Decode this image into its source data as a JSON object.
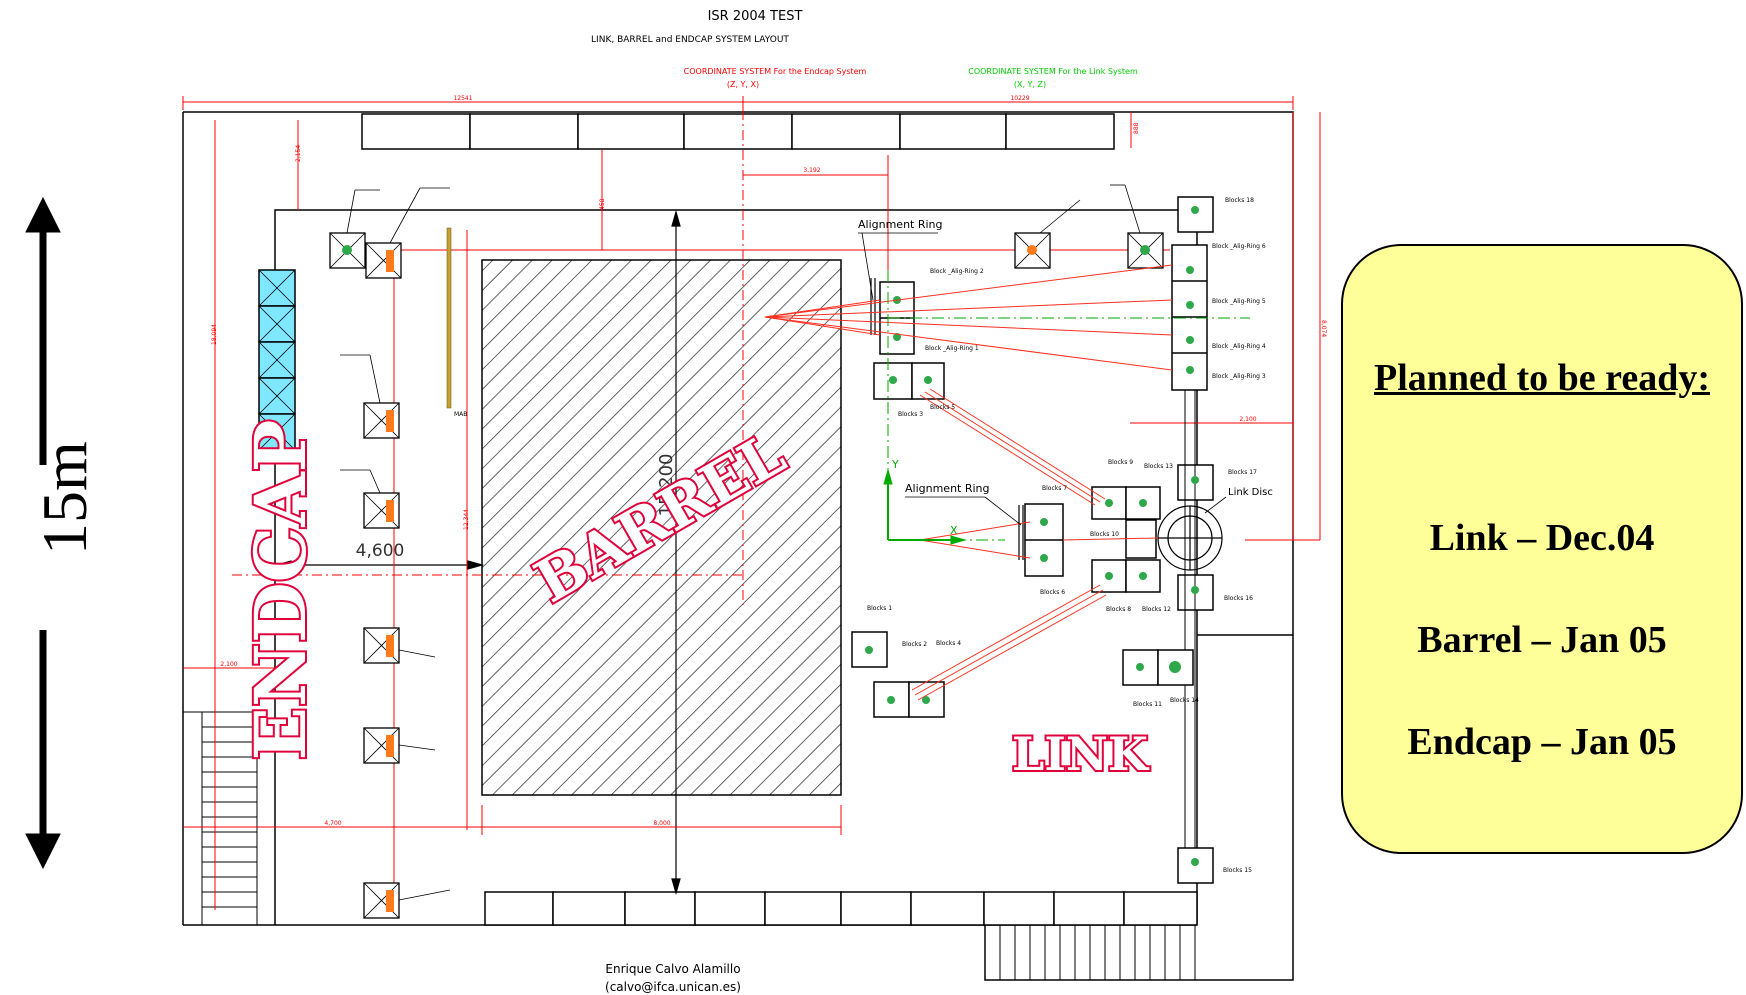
{
  "header": {
    "title": "ISR 2004 TEST",
    "subtitle": "LINK, BARREL and ENDCAP SYSTEM LAYOUT"
  },
  "coordinate_systems": {
    "endcap": {
      "label": "COORDINATE SYSTEM For the Endcap System",
      "axes": "(Z, Y, X)",
      "color": "#ff0000"
    },
    "link": {
      "label": "COORDINATE SYSTEM For the Link System",
      "axes": "(X, Y, Z)",
      "color": "#00cc00"
    }
  },
  "dimensions": {
    "top_left": "12541",
    "top_right": "10229",
    "d_3192": "3,192",
    "d_4600": "4,600",
    "d_15200": "15,200",
    "d_2100": "2,100",
    "d_2100_left": "2,100",
    "d_4700": "4,700",
    "d_8000": "8,000",
    "d_left_vertical": "18,094",
    "d_right_vertical": "8,074",
    "d_2154": "2,154",
    "d_458": "458",
    "d_888": "888",
    "d_12344": "12,344"
  },
  "section_labels": {
    "endcap": "ENDCAP",
    "barrel": "BARREL",
    "link": "LINK",
    "color": "#e0003a"
  },
  "annotations": {
    "alignment_ring_top": "Alignment Ring",
    "alignment_ring_mid": "Alignment Ring",
    "link_disc": "Link Disc",
    "mab": "MAB",
    "axis_x": "X",
    "axis_y": "Y"
  },
  "blocks": {
    "b18": "Blocks 18",
    "ring6": "Block _Alig-Ring 6",
    "ring5": "Block _Alig-Ring 5",
    "ring4": "Block _Alig-Ring 4",
    "ring3": "Block _Alig-Ring 3",
    "ring2": "Block _Alig-Ring 2",
    "ring1": "Block _Alig-Ring 1",
    "b3": "Blocks 3",
    "b5": "Blocks 5",
    "b9": "Blocks 9",
    "b13": "Blocks 13",
    "b17": "Blocks 17",
    "b7": "Blocks 7",
    "b10": "Blocks 10",
    "b6": "Blocks 6",
    "b8": "Blocks 8",
    "b12": "Blocks 12",
    "b16": "Blocks 16",
    "b1": "Blocks 1",
    "b2": "Blocks 2",
    "b4": "Blocks 4",
    "b11": "Blocks 11",
    "b14": "Blocks 14",
    "b15": "Blocks 15"
  },
  "footer": {
    "author": "Enrique Calvo Alamillo",
    "email": "(calvo@ifca.unican.es)"
  },
  "scale": {
    "label": "15m"
  },
  "callout": {
    "heading": "Planned to be ready:",
    "items": [
      "Link – Dec.04",
      "Barrel – Jan 05",
      "Endcap – Jan 05"
    ]
  },
  "colors": {
    "drawing": "#000000",
    "red_line": "#ff0000",
    "green_line": "#00aa00",
    "callout_fill": "#ffff99",
    "block_green": "#2ea84a",
    "block_orange": "#ff7a1a",
    "block_cyan": "#7fe7ff"
  }
}
